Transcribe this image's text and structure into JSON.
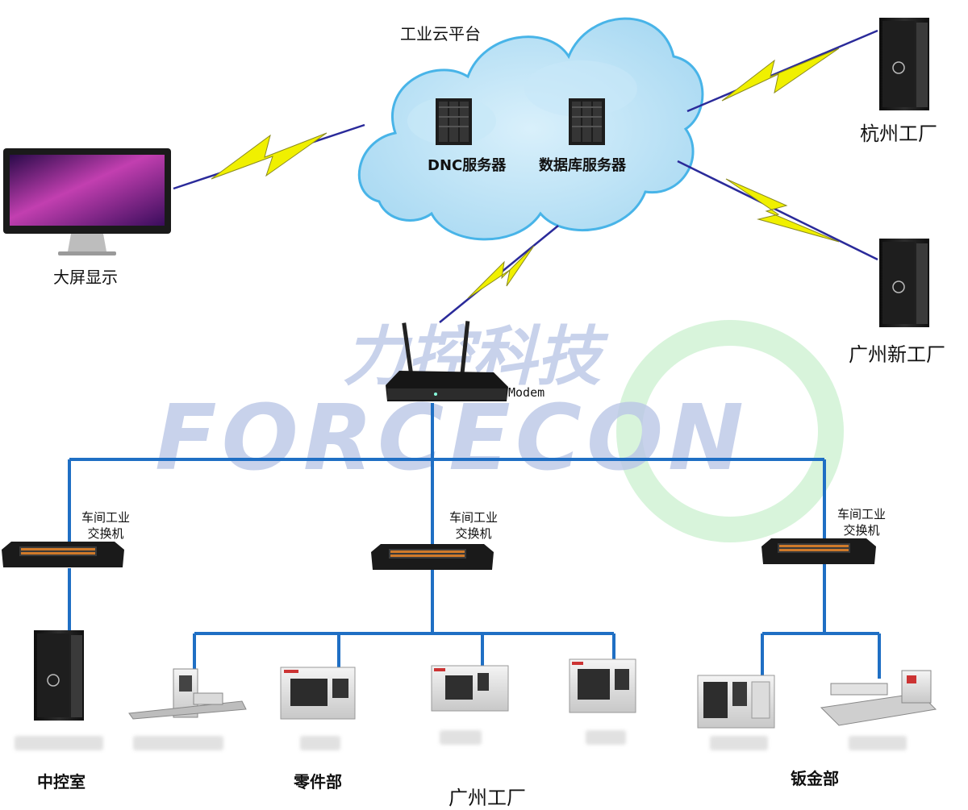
{
  "cloud": {
    "title": "工业云平台",
    "servers": [
      "DNC服务器",
      "数据库服务器"
    ]
  },
  "display": {
    "label": "大屏显示"
  },
  "remote_factories": [
    "杭州工厂",
    "广州新工厂"
  ],
  "modem": {
    "label": "Modem"
  },
  "watermark": {
    "cn": "力控科技",
    "en": "FORCECON",
    "color": "#3d5fb8",
    "ring_color": "#6cd67a"
  },
  "switches": [
    {
      "label_line1": "车间工业",
      "label_line2": "交换机"
    },
    {
      "label_line1": "车间工业",
      "label_line2": "交换机"
    },
    {
      "label_line1": "车间工业",
      "label_line2": "交换机"
    }
  ],
  "departments": [
    "中控室",
    "零件部",
    "钣金部"
  ],
  "factory_name": "广州工厂",
  "colors": {
    "network_line": "#1f6fc4",
    "lightning": "#f0f000",
    "link_line": "#2a2a9a",
    "cloud": "#bfe4f7"
  }
}
